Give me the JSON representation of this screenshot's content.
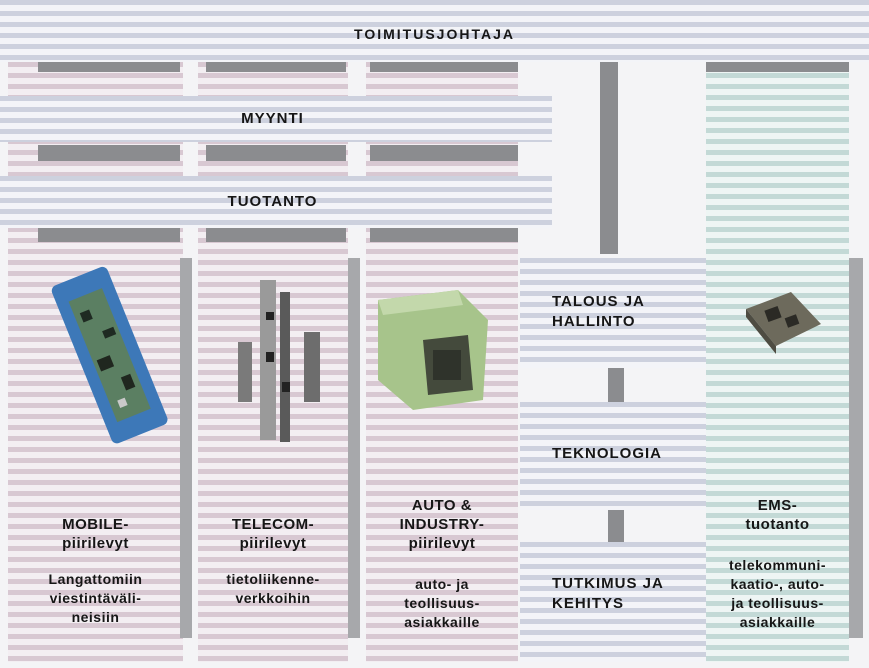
{
  "ceo": "TOIMITUSJOHTAJA",
  "functions": {
    "sales": "MYYNTI",
    "production": "TUOTANTO"
  },
  "support": {
    "finance": "TALOUS JA\nHALLINTO",
    "technology": "TEKNOLOGIA",
    "rnd": "TUTKIMUS JA\nKEHITYS"
  },
  "units": [
    {
      "title": "MOBILE-\npiirilevyt",
      "desc": "Langattomiin\nviestintäväli-\nneisiin",
      "image_icon": "mobile-circuit-board-icon"
    },
    {
      "title": "TELECOM-\npiirilevyt",
      "desc": "tietoliikenne-\nverkkoihin",
      "image_icon": "telecom-circuit-board-icon"
    },
    {
      "title": "AUTO &\nINDUSTRY-\npiirilevyt",
      "desc": "auto- ja\nteollisuus-\nasiakkaille",
      "image_icon": "auto-industry-circuit-board-icon"
    },
    {
      "title": "EMS-\ntuotanto",
      "desc": "telekommuni-\nkaatio-, auto-\nja teollisuus-\nasiakkaille",
      "image_icon": "ems-module-icon"
    }
  ],
  "colors": {
    "stripe_blue": "#cdd1de",
    "stripe_pink": "#d8c8d2",
    "stripe_teal": "#c3d9d6",
    "connector_gray": "#8b8c8f"
  }
}
